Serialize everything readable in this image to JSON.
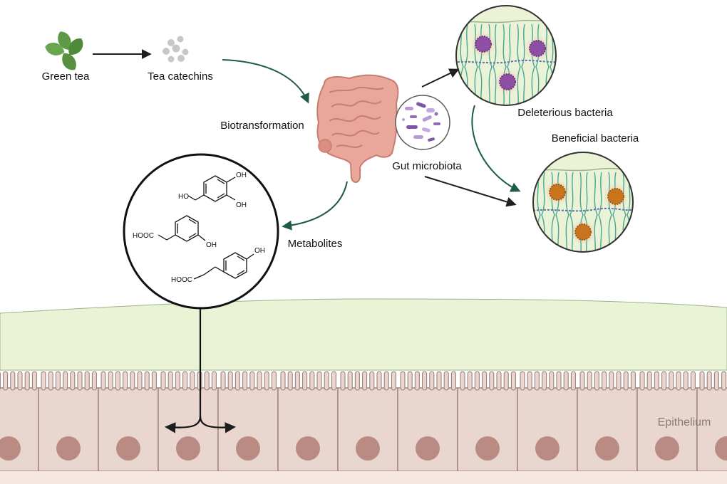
{
  "labels": {
    "green_tea": "Green tea",
    "tea_catechins": "Tea catechins",
    "biotransformation": "Biotransformation",
    "gut_microbiota": "Gut microbiota",
    "metabolites": "Metabolites",
    "deleterious_bacteria": "Deleterious bacteria",
    "beneficial_bacteria": "Beneficial bacteria",
    "epithelium": "Epithelium"
  },
  "chem_labels": {
    "oh": "OH",
    "ho": "HO",
    "hooc": "HOOC"
  },
  "colors": {
    "arrow_dark": "#1e1e1e",
    "arrow_teal": "#1f5b4a",
    "mucus_green": "#eaf3d6",
    "cell_fill": "#e9d6cf",
    "nucleus": "#b98b82",
    "deleterious": "#8d4fa3",
    "beneficial": "#c8751e",
    "leaf": "#5e9a45"
  }
}
